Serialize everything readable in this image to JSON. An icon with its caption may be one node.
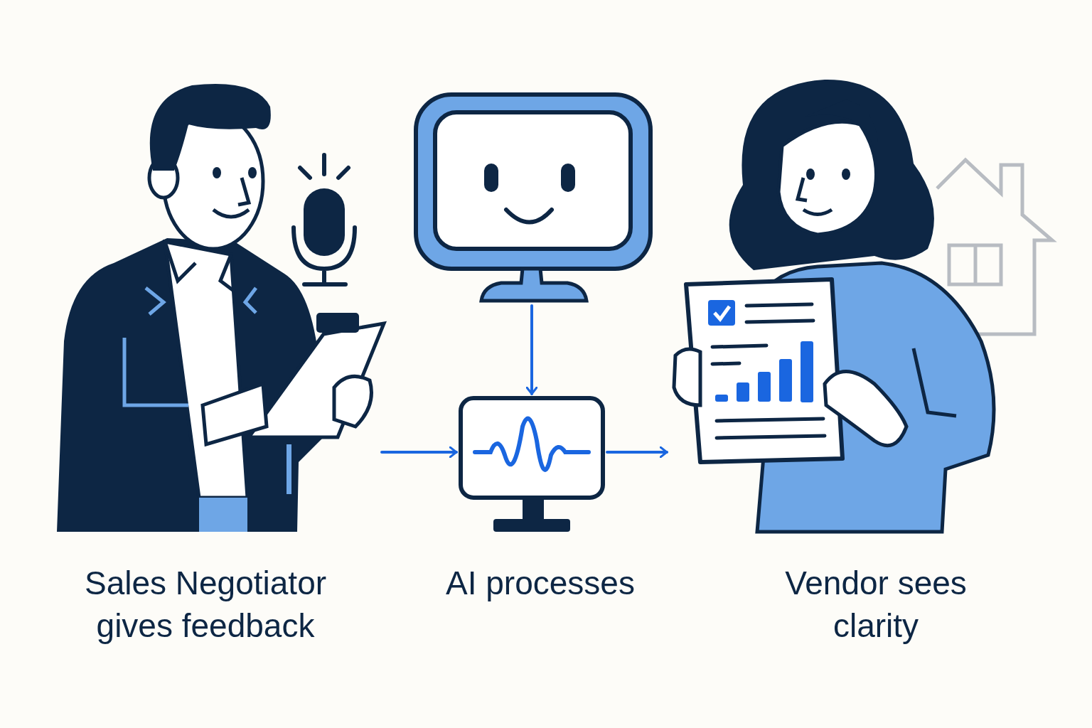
{
  "diagram": {
    "nodes": [
      {
        "text": [],
        "shape": "picture",
        "beside": [
          "Sales Negotiator gives feedback"
        ]
      },
      {
        "text": [],
        "shape": "picture"
      },
      {
        "text": [],
        "shape": "picture",
        "beside": [
          "AI processes"
        ]
      },
      {
        "text": [],
        "shape": "picture",
        "beside": [
          "Vendor sees clarity"
        ]
      }
    ],
    "edges": [
      {
        "from": 0,
        "to": 2,
        "arrow": "to"
      },
      {
        "from": 1,
        "to": 2,
        "arrow": "to"
      },
      {
        "from": 2,
        "to": 3,
        "arrow": "to"
      }
    ]
  }
}
